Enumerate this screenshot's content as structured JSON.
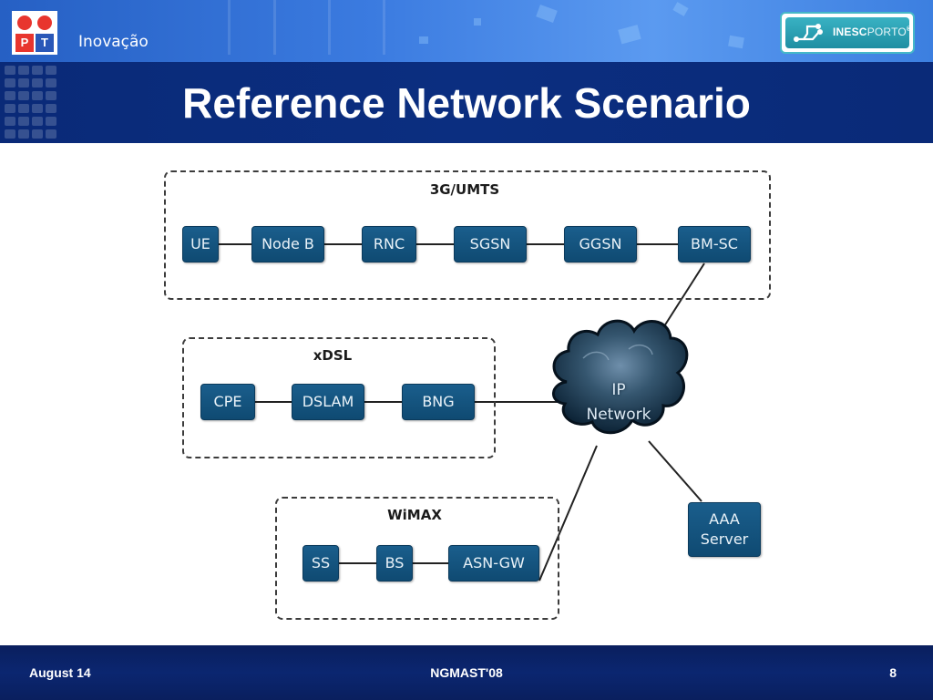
{
  "header": {
    "brand_logo_letters": [
      "P",
      "T"
    ],
    "brand_name": "Inovação",
    "partner_logo_text": "INESCPORTO",
    "partner_logo_text_bold": "INESC",
    "partner_logo_text_light": "PORTO",
    "partner_logo_mark": "®",
    "title": "Reference Network Scenario"
  },
  "diagram": {
    "groups": {
      "umts": {
        "label": "3G/UMTS",
        "nodes": [
          "UE",
          "Node B",
          "RNC",
          "SGSN",
          "GGSN",
          "BM-SC"
        ]
      },
      "xdsl": {
        "label": "xDSL",
        "nodes": [
          "CPE",
          "DSLAM",
          "BNG"
        ]
      },
      "wimax": {
        "label": "WiMAX",
        "nodes": [
          "SS",
          "BS",
          "ASN-GW"
        ]
      }
    },
    "core": {
      "line1": "IP",
      "line2": "Network"
    },
    "aaa": {
      "line1": "AAA",
      "line2": "Server"
    }
  },
  "colors": {
    "node_fill": "#13547f",
    "node_text": "#e9f2f8",
    "header_band": "#0b2e80",
    "footer": "#0b2670",
    "cloud": "#1c3a55"
  },
  "footer": {
    "date": "August 14",
    "event": "NGMAST'08",
    "page_number": "8"
  }
}
